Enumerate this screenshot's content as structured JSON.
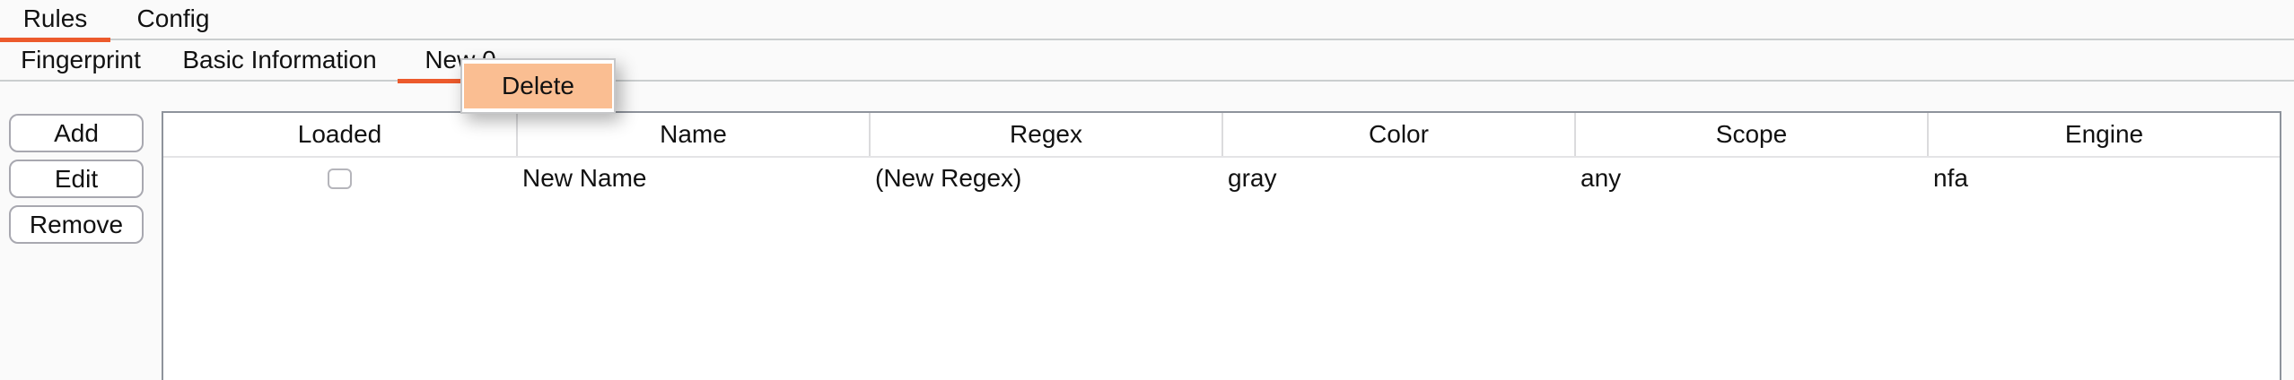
{
  "colors": {
    "accent": "#EC5A2C",
    "menu_highlight": "#FABE92",
    "background": "#fafafa"
  },
  "tabs": {
    "items": [
      {
        "label": "Rules",
        "active": true
      },
      {
        "label": "Config",
        "active": false
      }
    ]
  },
  "subtabs": {
    "items": [
      {
        "label": "Fingerprint",
        "active": false
      },
      {
        "label": "Basic Information",
        "active": false
      },
      {
        "label": "New 0",
        "active": true
      }
    ]
  },
  "context_menu": {
    "items": [
      {
        "label": "Delete",
        "highlighted": true
      }
    ]
  },
  "actions": {
    "add_label": "Add",
    "edit_label": "Edit",
    "remove_label": "Remove"
  },
  "table": {
    "columns": [
      "Loaded",
      "Name",
      "Regex",
      "Color",
      "Scope",
      "Engine"
    ],
    "rows": [
      {
        "loaded": false,
        "name": "New Name",
        "regex": "(New Regex)",
        "color": "gray",
        "scope": "any",
        "engine": "nfa"
      }
    ]
  }
}
